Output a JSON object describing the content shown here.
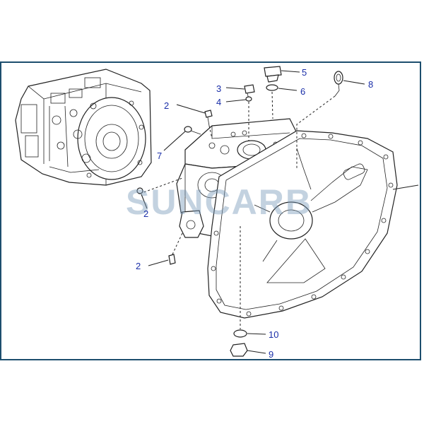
{
  "watermark": "SUNCARB",
  "colors": {
    "frame": "#1d4e6e",
    "callout": "#1a2ea8",
    "watermark": "#7a9cba",
    "ink": "#222222"
  },
  "callouts": [
    {
      "id": "c2a",
      "label": "2"
    },
    {
      "id": "c2b",
      "label": "2"
    },
    {
      "id": "c2c",
      "label": "2"
    },
    {
      "id": "c3",
      "label": "3"
    },
    {
      "id": "c4",
      "label": "4"
    },
    {
      "id": "c5",
      "label": "5"
    },
    {
      "id": "c6",
      "label": "6"
    },
    {
      "id": "c7",
      "label": "7"
    },
    {
      "id": "c8",
      "label": "8"
    },
    {
      "id": "c9",
      "label": "9"
    },
    {
      "id": "c10",
      "label": "10"
    }
  ]
}
